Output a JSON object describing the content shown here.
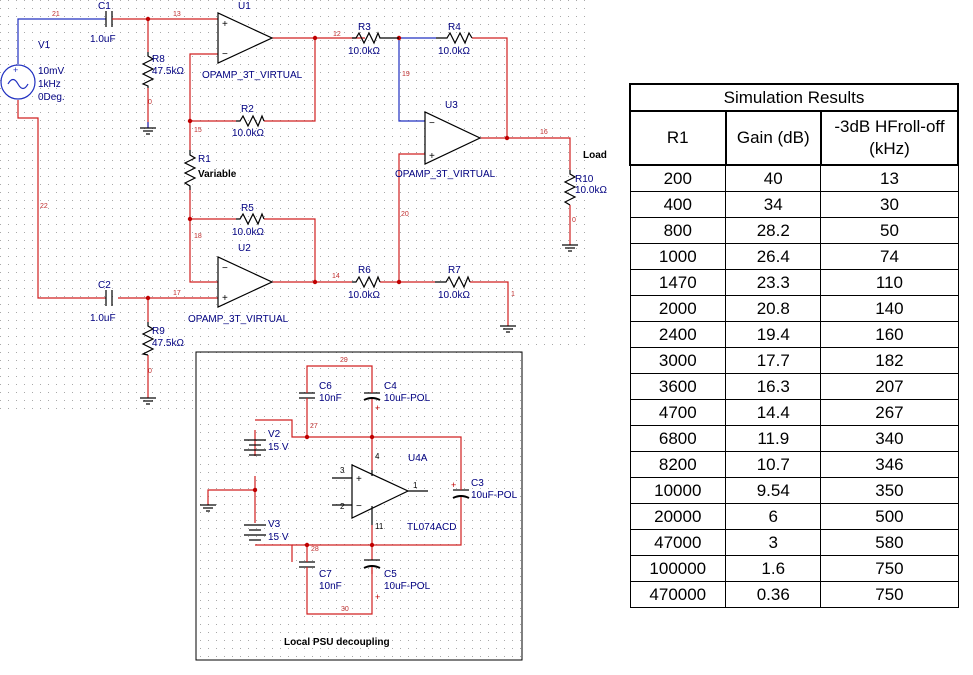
{
  "schematic": {
    "components": {
      "v1": {
        "ref": "V1",
        "value_lines": [
          "10mV",
          "1kHz",
          "0Deg."
        ]
      },
      "c1": {
        "ref": "C1",
        "value": "1.0uF"
      },
      "c2": {
        "ref": "C2",
        "value": "1.0uF"
      },
      "r8": {
        "ref": "R8",
        "value": "47.5kΩ"
      },
      "r9": {
        "ref": "R9",
        "value": "47.5kΩ"
      },
      "u1": {
        "ref": "U1",
        "value": "OPAMP_3T_VIRTUAL"
      },
      "u2": {
        "ref": "U2",
        "value": "OPAMP_3T_VIRTUAL"
      },
      "u3": {
        "ref": "U3",
        "value": "OPAMP_3T_VIRTUAL"
      },
      "r1": {
        "ref": "R1",
        "value": "Variable"
      },
      "r2": {
        "ref": "R2",
        "value": "10.0kΩ"
      },
      "r3": {
        "ref": "R3",
        "value": "10.0kΩ"
      },
      "r4": {
        "ref": "R4",
        "value": "10.0kΩ"
      },
      "r5": {
        "ref": "R5",
        "value": "10.0kΩ"
      },
      "r6": {
        "ref": "R6",
        "value": "10.0kΩ"
      },
      "r7": {
        "ref": "R7",
        "value": "10.0kΩ"
      },
      "r10": {
        "ref": "R10",
        "value": "10.0kΩ"
      },
      "load": {
        "label": "Load"
      },
      "c3": {
        "ref": "C3",
        "value": "10uF-POL"
      },
      "c4": {
        "ref": "C4",
        "value": "10uF-POL"
      },
      "c5": {
        "ref": "C5",
        "value": "10uF-POL"
      },
      "c6": {
        "ref": "C6",
        "value": "10nF"
      },
      "c7": {
        "ref": "C7",
        "value": "10nF"
      },
      "v2": {
        "ref": "V2",
        "value": "15 V"
      },
      "v3": {
        "ref": "V3",
        "value": "15 V"
      },
      "u4a": {
        "ref": "U4A",
        "value": "TL074ACD",
        "pins": [
          "3",
          "2",
          "1",
          "4",
          "11"
        ]
      }
    },
    "nets": {
      "n21": "21",
      "n13": "13",
      "n12": "12",
      "n0a": "0",
      "n19": "19",
      "n16": "16",
      "n15": "15",
      "n18": "18",
      "n20": "20",
      "n14": "14",
      "n22": "22",
      "n17": "17",
      "n0b": "0",
      "n1": "1",
      "n0c": "0",
      "n29": "29",
      "n27": "27",
      "n28": "28",
      "n30": "30"
    },
    "psu_box_title": "Local PSU decoupling"
  },
  "results_table": {
    "title": "Simulation Results",
    "headers": [
      "R1",
      "Gain (dB)",
      "-3dB HFroll-off (kHz)"
    ],
    "rows": [
      [
        "200",
        "40",
        "13"
      ],
      [
        "400",
        "34",
        "30"
      ],
      [
        "800",
        "28.2",
        "50"
      ],
      [
        "1000",
        "26.4",
        "74"
      ],
      [
        "1470",
        "23.3",
        "110"
      ],
      [
        "2000",
        "20.8",
        "140"
      ],
      [
        "2400",
        "19.4",
        "160"
      ],
      [
        "3000",
        "17.7",
        "182"
      ],
      [
        "3600",
        "16.3",
        "207"
      ],
      [
        "4700",
        "14.4",
        "267"
      ],
      [
        "6800",
        "11.9",
        "340"
      ],
      [
        "8200",
        "10.7",
        "346"
      ],
      [
        "10000",
        "9.54",
        "350"
      ],
      [
        "20000",
        "6",
        "500"
      ],
      [
        "47000",
        "3",
        "580"
      ],
      [
        "100000",
        "1.6",
        "750"
      ],
      [
        "470000",
        "0.36",
        "750"
      ]
    ]
  },
  "colors": {
    "wire_red": "#d02020",
    "wire_blue": "#2030c0",
    "label_blue": "#000080",
    "grid_dot": "#a8a8a8"
  }
}
